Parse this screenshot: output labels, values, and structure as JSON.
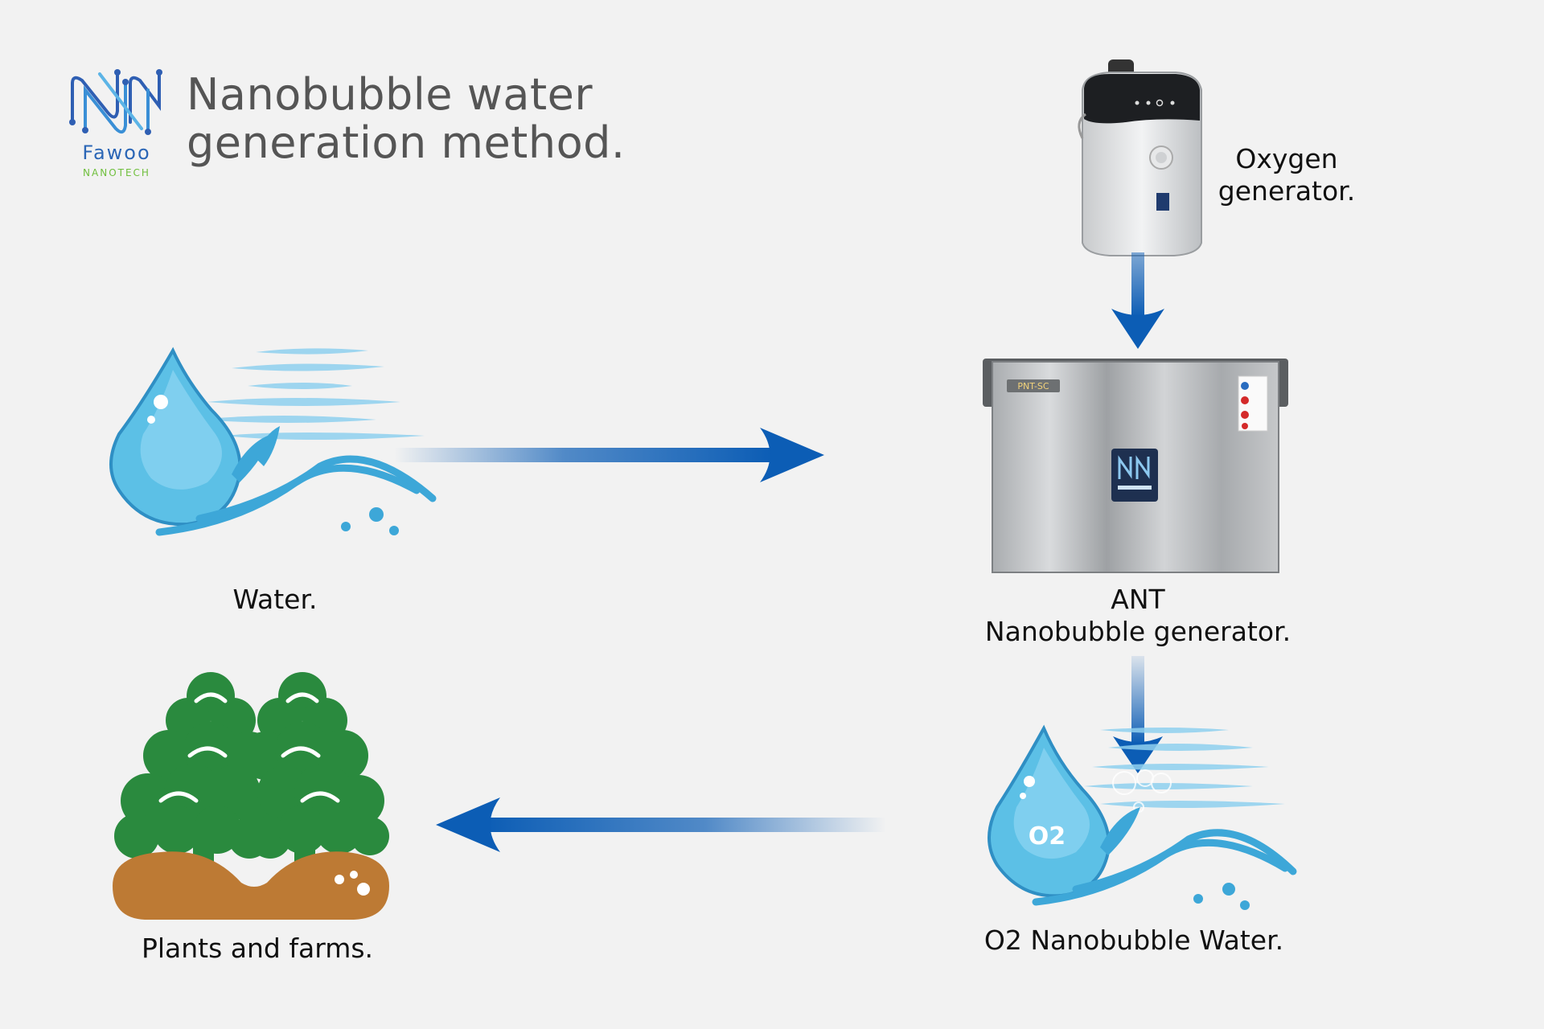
{
  "title": {
    "line1": "Nanobubble water",
    "line2": "generation method."
  },
  "brand": {
    "name": "Fawoo",
    "sub": "NANOTECH"
  },
  "nodes": {
    "water": {
      "label": "Water."
    },
    "oxygen": {
      "label_line1": "Oxygen",
      "label_line2": "generator."
    },
    "ant": {
      "label_line1": "ANT",
      "label_line2": "Nanobubble generator.",
      "badge": "PNT-SC"
    },
    "o2water": {
      "label": "O2 Nanobubble Water.",
      "badge": "O2"
    },
    "plants": {
      "label": "Plants and farms."
    }
  },
  "colors": {
    "background": "#f2f2f2",
    "arrow": "#0c5db5",
    "water": "#4fb3dc",
    "tree": "#2a8a3e",
    "soil": "#bd7a34",
    "title": "#555555",
    "steel": "#b9bcbe"
  },
  "icons": {
    "logo": "fawoo-logo-icon",
    "water": "water-drop-wave-icon",
    "oxygen": "oxygen-generator-device-icon",
    "ant": "nanobubble-generator-tank-icon",
    "o2water": "o2-water-drop-icon",
    "plants": "trees-on-soil-icon"
  }
}
